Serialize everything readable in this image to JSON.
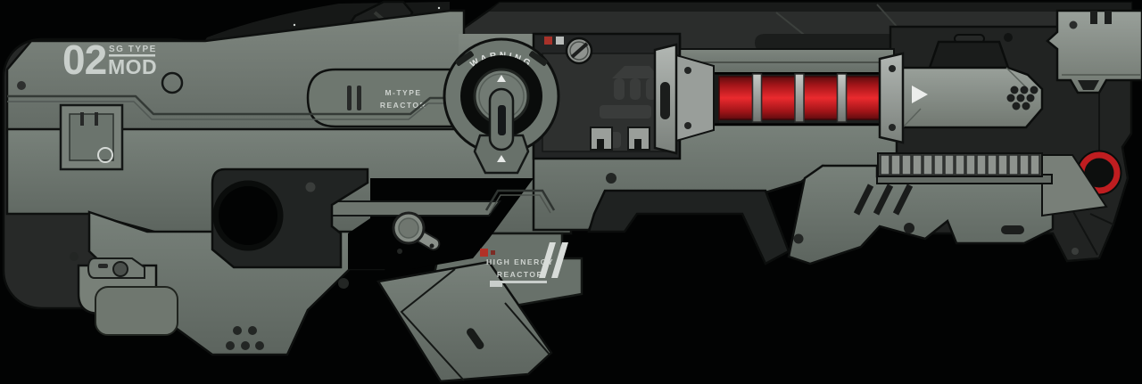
{
  "illustration": {
    "title": "sci-fi rifle side view",
    "background_color": "#000000"
  },
  "labels": {
    "mod_number": "02",
    "mod_series": "SG TYPE",
    "mod_word": "MOD",
    "reactor_line1": "M-TYPE",
    "reactor_line2": "REACTOR",
    "warning": "WARNING",
    "high_energy_line1": "HIGH ENERGY",
    "high_energy_line2": "REACTOR"
  },
  "energy_cells": {
    "count": 4,
    "cell_color": "#d42127",
    "separator_color": "#9aa09b"
  },
  "colors": {
    "body_gray_green": "#717a73",
    "panel_light": "#8b918b",
    "dark_metal": "#232525",
    "near_black": "#0b0d0c",
    "accent_red": "#c4201f",
    "marking_white": "#d6dad9",
    "indicator_red_square": "#b23227",
    "indicator_gray_square": "#b9bcba"
  }
}
